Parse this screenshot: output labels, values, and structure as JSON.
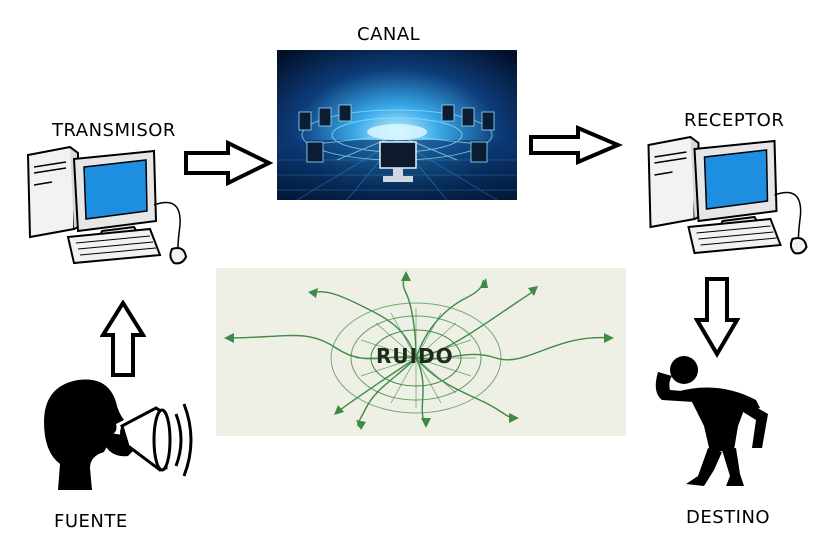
{
  "labels": {
    "canal": "CANAL",
    "transmisor": "TRANSMISOR",
    "receptor": "RECEPTOR",
    "fuente": "FUENTE",
    "destino": "DESTINO",
    "ruido": "RUIDO"
  },
  "colors": {
    "canal_bg": "#0b2a5a",
    "canal_glow": "#5fd0ff",
    "monitor_screen": "#1e8fe0",
    "ruido_bg": "#eef0e6",
    "ruido_green": "#3f8a46"
  },
  "icons": {
    "computer": "desktop-computer-icon",
    "speaker": "person-megaphone-icon",
    "listener": "person-listening-icon"
  }
}
